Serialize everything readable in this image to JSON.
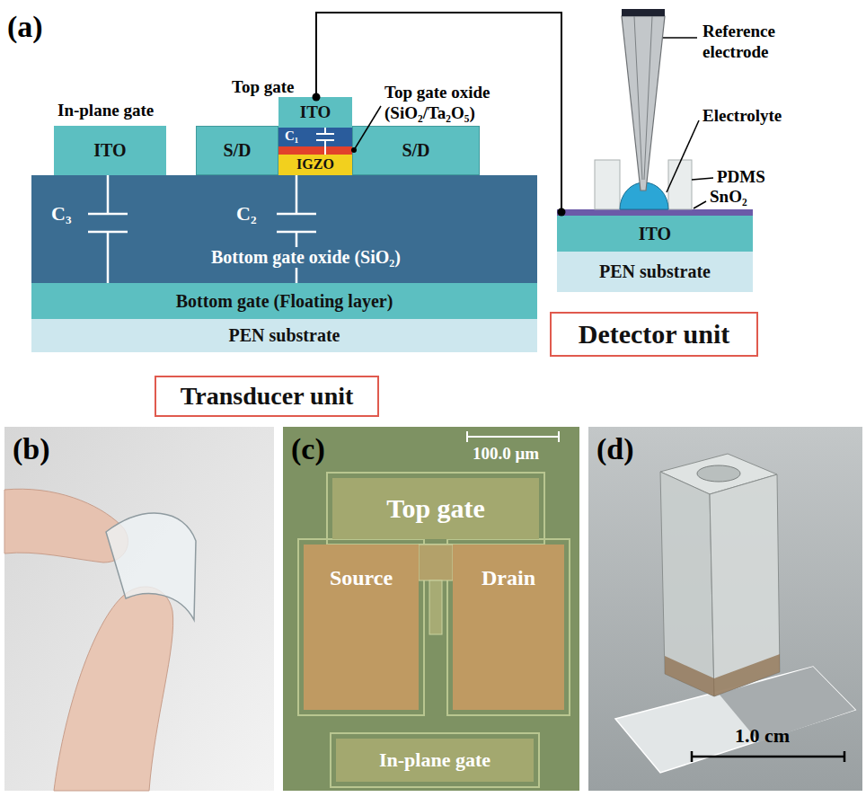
{
  "diagram": {
    "nodes": [
      {
        "text": [
          "ITO"
        ]
      },
      {
        "text": [
          "ITO"
        ]
      },
      {
        "text": [
          "C₁"
        ]
      },
      {
        "text": [
          "S/D"
        ]
      },
      {
        "text": [
          "IGZO"
        ]
      },
      {
        "text": [
          "S/D"
        ]
      },
      {
        "text": [
          "C₃",
          "C₂",
          "Bottom gate oxide (SiO₂)"
        ]
      },
      {
        "text": [
          "Bottom gate (Floating layer)"
        ]
      },
      {
        "text": [
          "PEN substrate"
        ]
      },
      {
        "text": [
          "Transducer unit"
        ]
      },
      {
        "text": [
          "ITO"
        ]
      },
      {
        "text": [
          "PEN substrate"
        ]
      },
      {
        "text": [
          "Detector unit"
        ]
      },
      {
        "text": [
          "Top gate"
        ]
      },
      {
        "text": [
          "Source"
        ]
      },
      {
        "text": [
          "Drain"
        ]
      },
      {
        "text": [
          "In-plane gate"
        ]
      }
    ],
    "labels": [
      "(a)",
      "Top gate",
      "In-plane gate",
      "Top gate oxide (SiO₂/Ta₂O₅)",
      "Reference electrode",
      "Electrolyte",
      "PDMS",
      "SnO₂",
      "(b)",
      "(c)",
      "100.0 μm",
      "(d)",
      "1.0 cm"
    ]
  }
}
